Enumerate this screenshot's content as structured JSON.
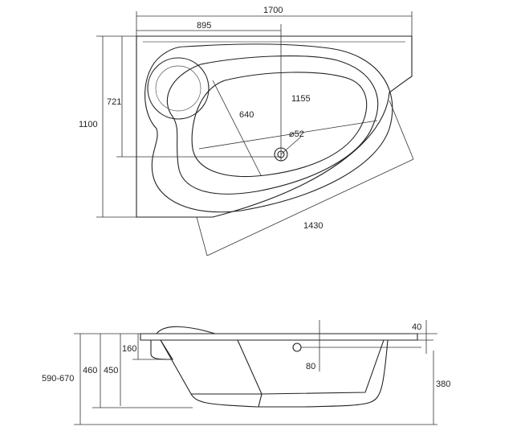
{
  "top_view": {
    "dims": {
      "overall_length": "1700",
      "drain_offset_x": "895",
      "drain_offset_y": "721",
      "overall_width": "1100",
      "inner_width": "640",
      "inner_length": "1155",
      "drain_diameter": "⌀52",
      "diagonal": "1430"
    }
  },
  "side_view": {
    "dims": {
      "rim_thickness": "40",
      "headrest_depth": "160",
      "height_range": "590-670",
      "height_460": "460",
      "height_450": "450",
      "overflow_offset": "80",
      "depth": "380"
    }
  }
}
